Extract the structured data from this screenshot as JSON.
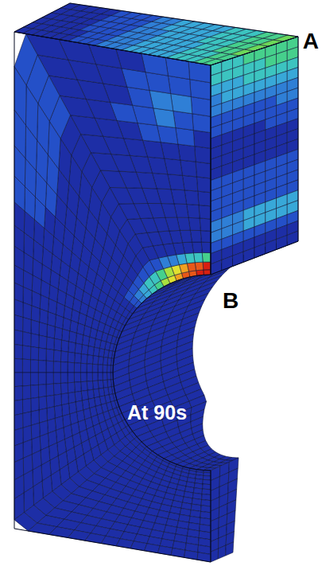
{
  "diagram": {
    "labels": [
      "A",
      "B",
      "At 90s"
    ]
  }
}
